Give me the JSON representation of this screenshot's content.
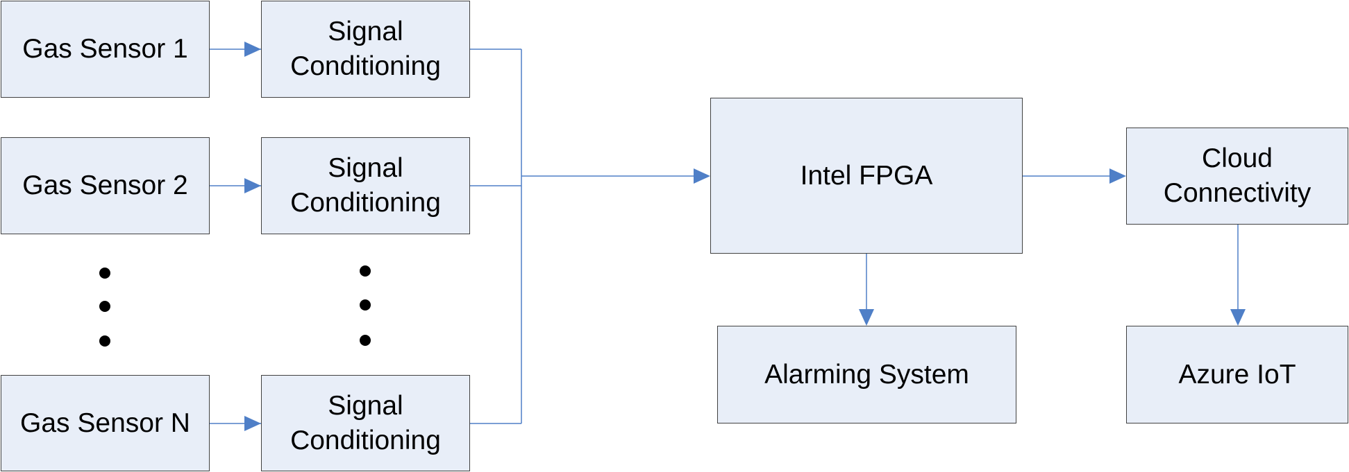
{
  "colors": {
    "box_fill": "#e8eef8",
    "box_border": "#404040",
    "connector": "#4f7fc7",
    "text": "#000000"
  },
  "sensors": [
    {
      "label": "Gas Sensor 1"
    },
    {
      "label": "Gas Sensor 2"
    },
    {
      "label": "Gas Sensor N"
    }
  ],
  "conditioning": [
    {
      "line1": "Signal",
      "line2": "Conditioning"
    },
    {
      "line1": "Signal",
      "line2": "Conditioning"
    },
    {
      "line1": "Signal",
      "line2": "Conditioning"
    }
  ],
  "fpga": {
    "label": "Intel FPGA"
  },
  "alarm": {
    "label": "Alarming System"
  },
  "cloud": {
    "line1": "Cloud",
    "line2": "Connectivity"
  },
  "azure": {
    "label": "Azure IoT"
  }
}
